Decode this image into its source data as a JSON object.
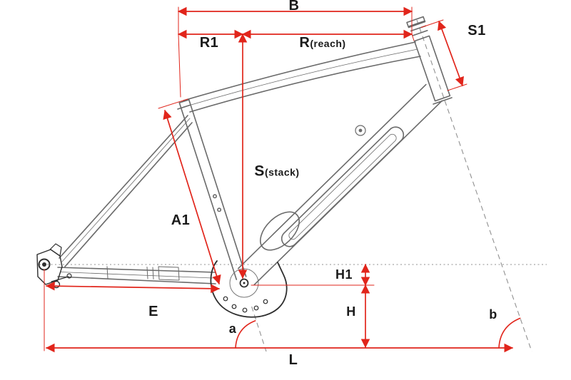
{
  "colors": {
    "dimension": "#e1251b",
    "frame": "#6a6a6a",
    "detail": "#2e2e2e",
    "construction": "#909090",
    "label": "#1a1a1a"
  },
  "labels": {
    "B": "B",
    "R1": "R1",
    "R_main": "R",
    "R_sub": "(reach)",
    "S1": "S1",
    "S_main": "S",
    "S_sub": "(stack)",
    "A1": "A1",
    "H1": "H1",
    "H": "H",
    "E": "E",
    "a": "a",
    "b": "b",
    "L": "L"
  }
}
